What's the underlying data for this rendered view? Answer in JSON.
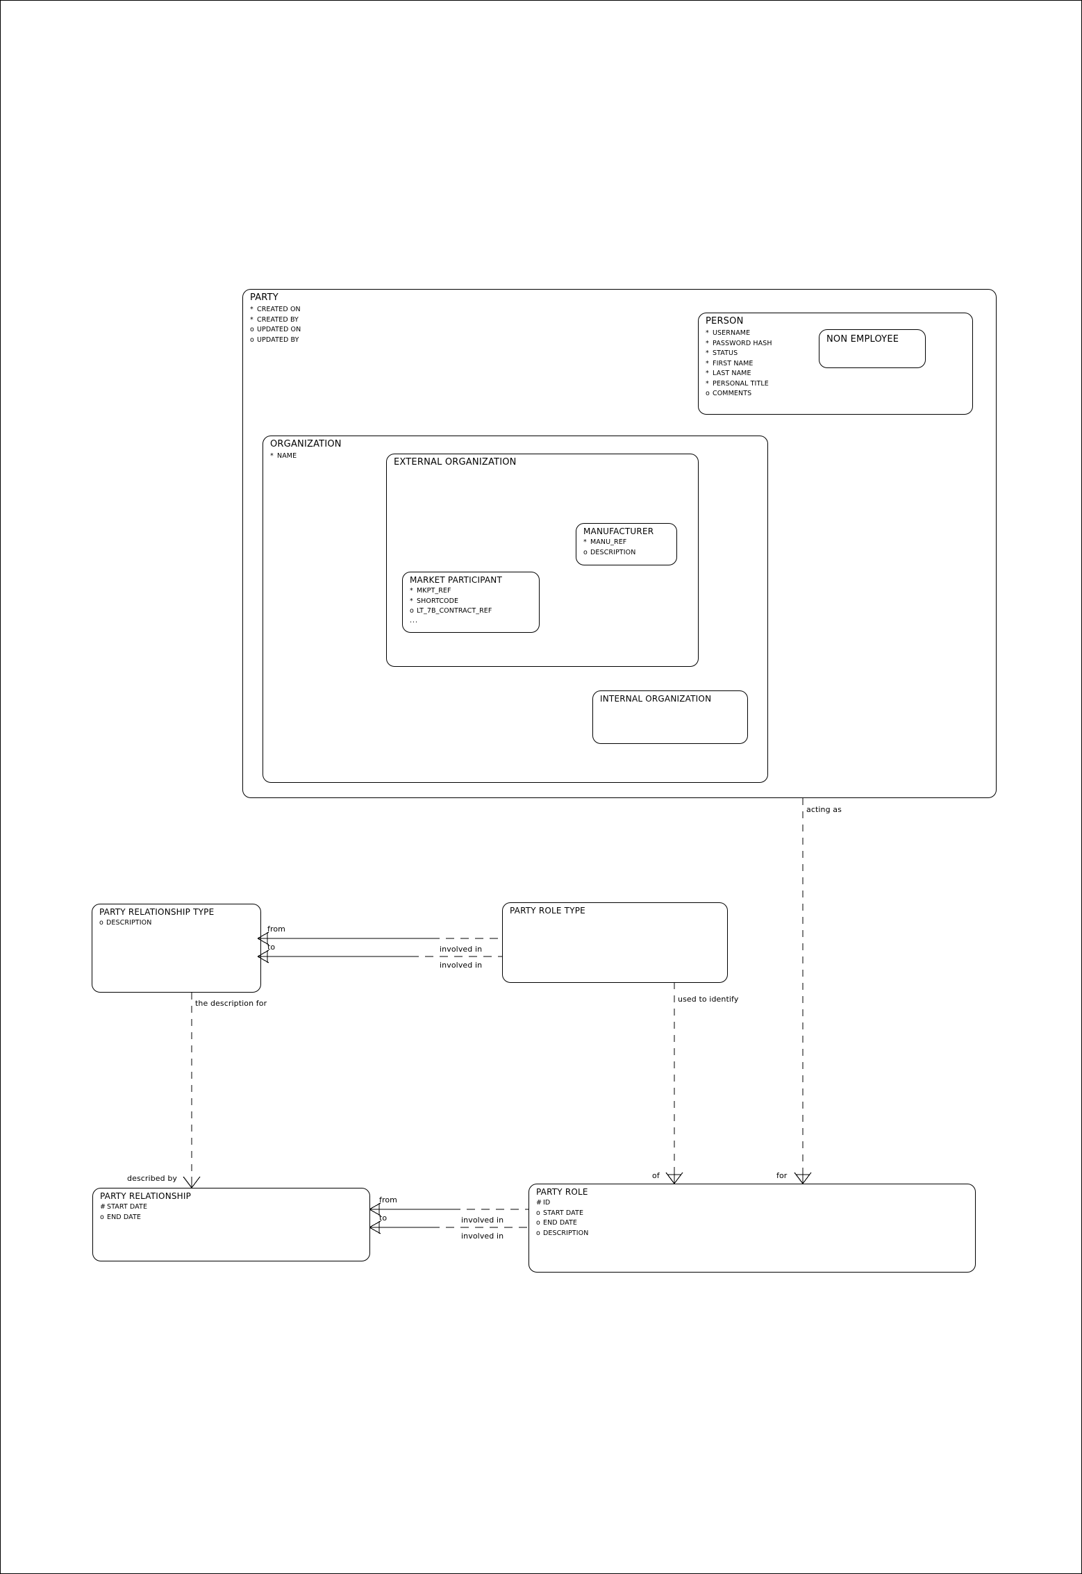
{
  "diagram": {
    "type": "entity-relationship-diagram",
    "notation": "barker",
    "background": "#ffffff",
    "line_color": "#000000"
  },
  "entities": {
    "party": {
      "name": "PARTY",
      "attributes": [
        {
          "mark": "*",
          "label": "CREATED ON"
        },
        {
          "mark": "*",
          "label": "CREATED BY"
        },
        {
          "mark": "o",
          "label": "UPDATED ON"
        },
        {
          "mark": "o",
          "label": "UPDATED BY"
        }
      ]
    },
    "person": {
      "name": "PERSON",
      "attributes": [
        {
          "mark": "*",
          "label": "USERNAME"
        },
        {
          "mark": "*",
          "label": "PASSWORD HASH"
        },
        {
          "mark": "*",
          "label": "STATUS"
        },
        {
          "mark": "*",
          "label": "FIRST NAME"
        },
        {
          "mark": "*",
          "label": "LAST NAME"
        },
        {
          "mark": "*",
          "label": "PERSONAL TITLE"
        },
        {
          "mark": "o",
          "label": "COMMENTS"
        }
      ]
    },
    "non_employee": {
      "name": "NON EMPLOYEE",
      "attributes": []
    },
    "organization": {
      "name": "ORGANIZATION",
      "attributes": [
        {
          "mark": "*",
          "label": "NAME"
        }
      ]
    },
    "external_organization": {
      "name": "EXTERNAL ORGANIZATION",
      "attributes": []
    },
    "manufacturer": {
      "name": "MANUFACTURER",
      "attributes": [
        {
          "mark": "*",
          "label": "MANU_REF"
        },
        {
          "mark": "o",
          "label": "DESCRIPTION"
        }
      ]
    },
    "market_participant": {
      "name": "MARKET PARTICIPANT",
      "attributes": [
        {
          "mark": "*",
          "label": "MKPT_REF"
        },
        {
          "mark": "*",
          "label": "SHORTCODE"
        },
        {
          "mark": "o",
          "label": "LT_7B_CONTRACT_REF"
        }
      ],
      "ellipsis": "..."
    },
    "internal_organization": {
      "name": "INTERNAL ORGANIZATION",
      "attributes": []
    },
    "party_relationship_type": {
      "name": "PARTY RELATIONSHIP TYPE",
      "attributes": [
        {
          "mark": "o",
          "label": "DESCRIPTION"
        }
      ]
    },
    "party_role_type": {
      "name": "PARTY ROLE TYPE",
      "attributes": []
    },
    "party_relationship": {
      "name": "PARTY RELATIONSHIP",
      "attributes": [
        {
          "mark": "#",
          "label": "START DATE"
        },
        {
          "mark": "o",
          "label": "END DATE"
        }
      ]
    },
    "party_role": {
      "name": "PARTY ROLE",
      "attributes": [
        {
          "mark": "#",
          "label": "ID"
        },
        {
          "mark": "o",
          "label": "START DATE"
        },
        {
          "mark": "o",
          "label": "END DATE"
        },
        {
          "mark": "o",
          "label": "DESCRIPTION"
        }
      ]
    }
  },
  "relationship_labels": {
    "acting_as": "acting as",
    "prt_from": "from",
    "prt_to": "to",
    "prt_involved_in_1": "involved in",
    "prt_involved_in_2": "involved in",
    "the_description_for": "the description for",
    "used_to_identify": "used to identify",
    "described_by": "described by",
    "pr_from": "from",
    "pr_to": "to",
    "pr_involved_in_1": "involved in",
    "pr_involved_in_2": "involved in",
    "of": "of",
    "for": "for"
  }
}
